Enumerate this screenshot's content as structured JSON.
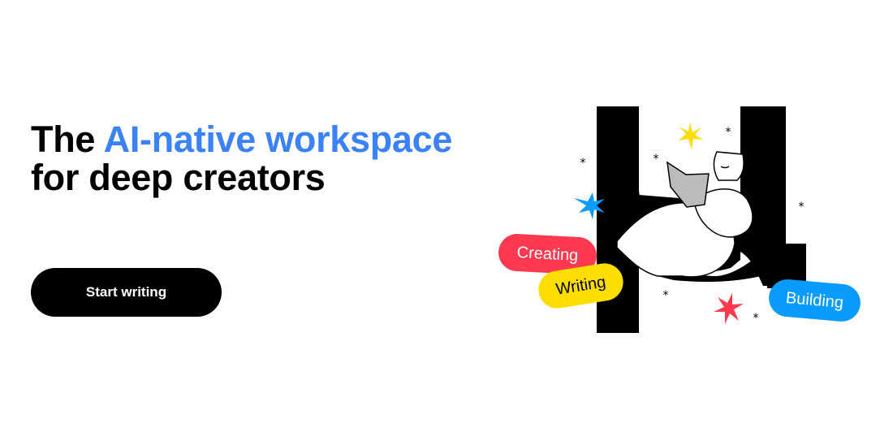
{
  "hero": {
    "title_part1": "The ",
    "title_accent": "AI-native workspace",
    "title_part2": " for deep creators",
    "cta_label": "Start writing"
  },
  "illustration": {
    "tags": [
      "Creating",
      "Writing",
      "Building"
    ]
  },
  "colors": {
    "accent": "#3b82f6",
    "creating": "#ff3a50",
    "writing": "#ffdd00",
    "building": "#0a9bff"
  }
}
